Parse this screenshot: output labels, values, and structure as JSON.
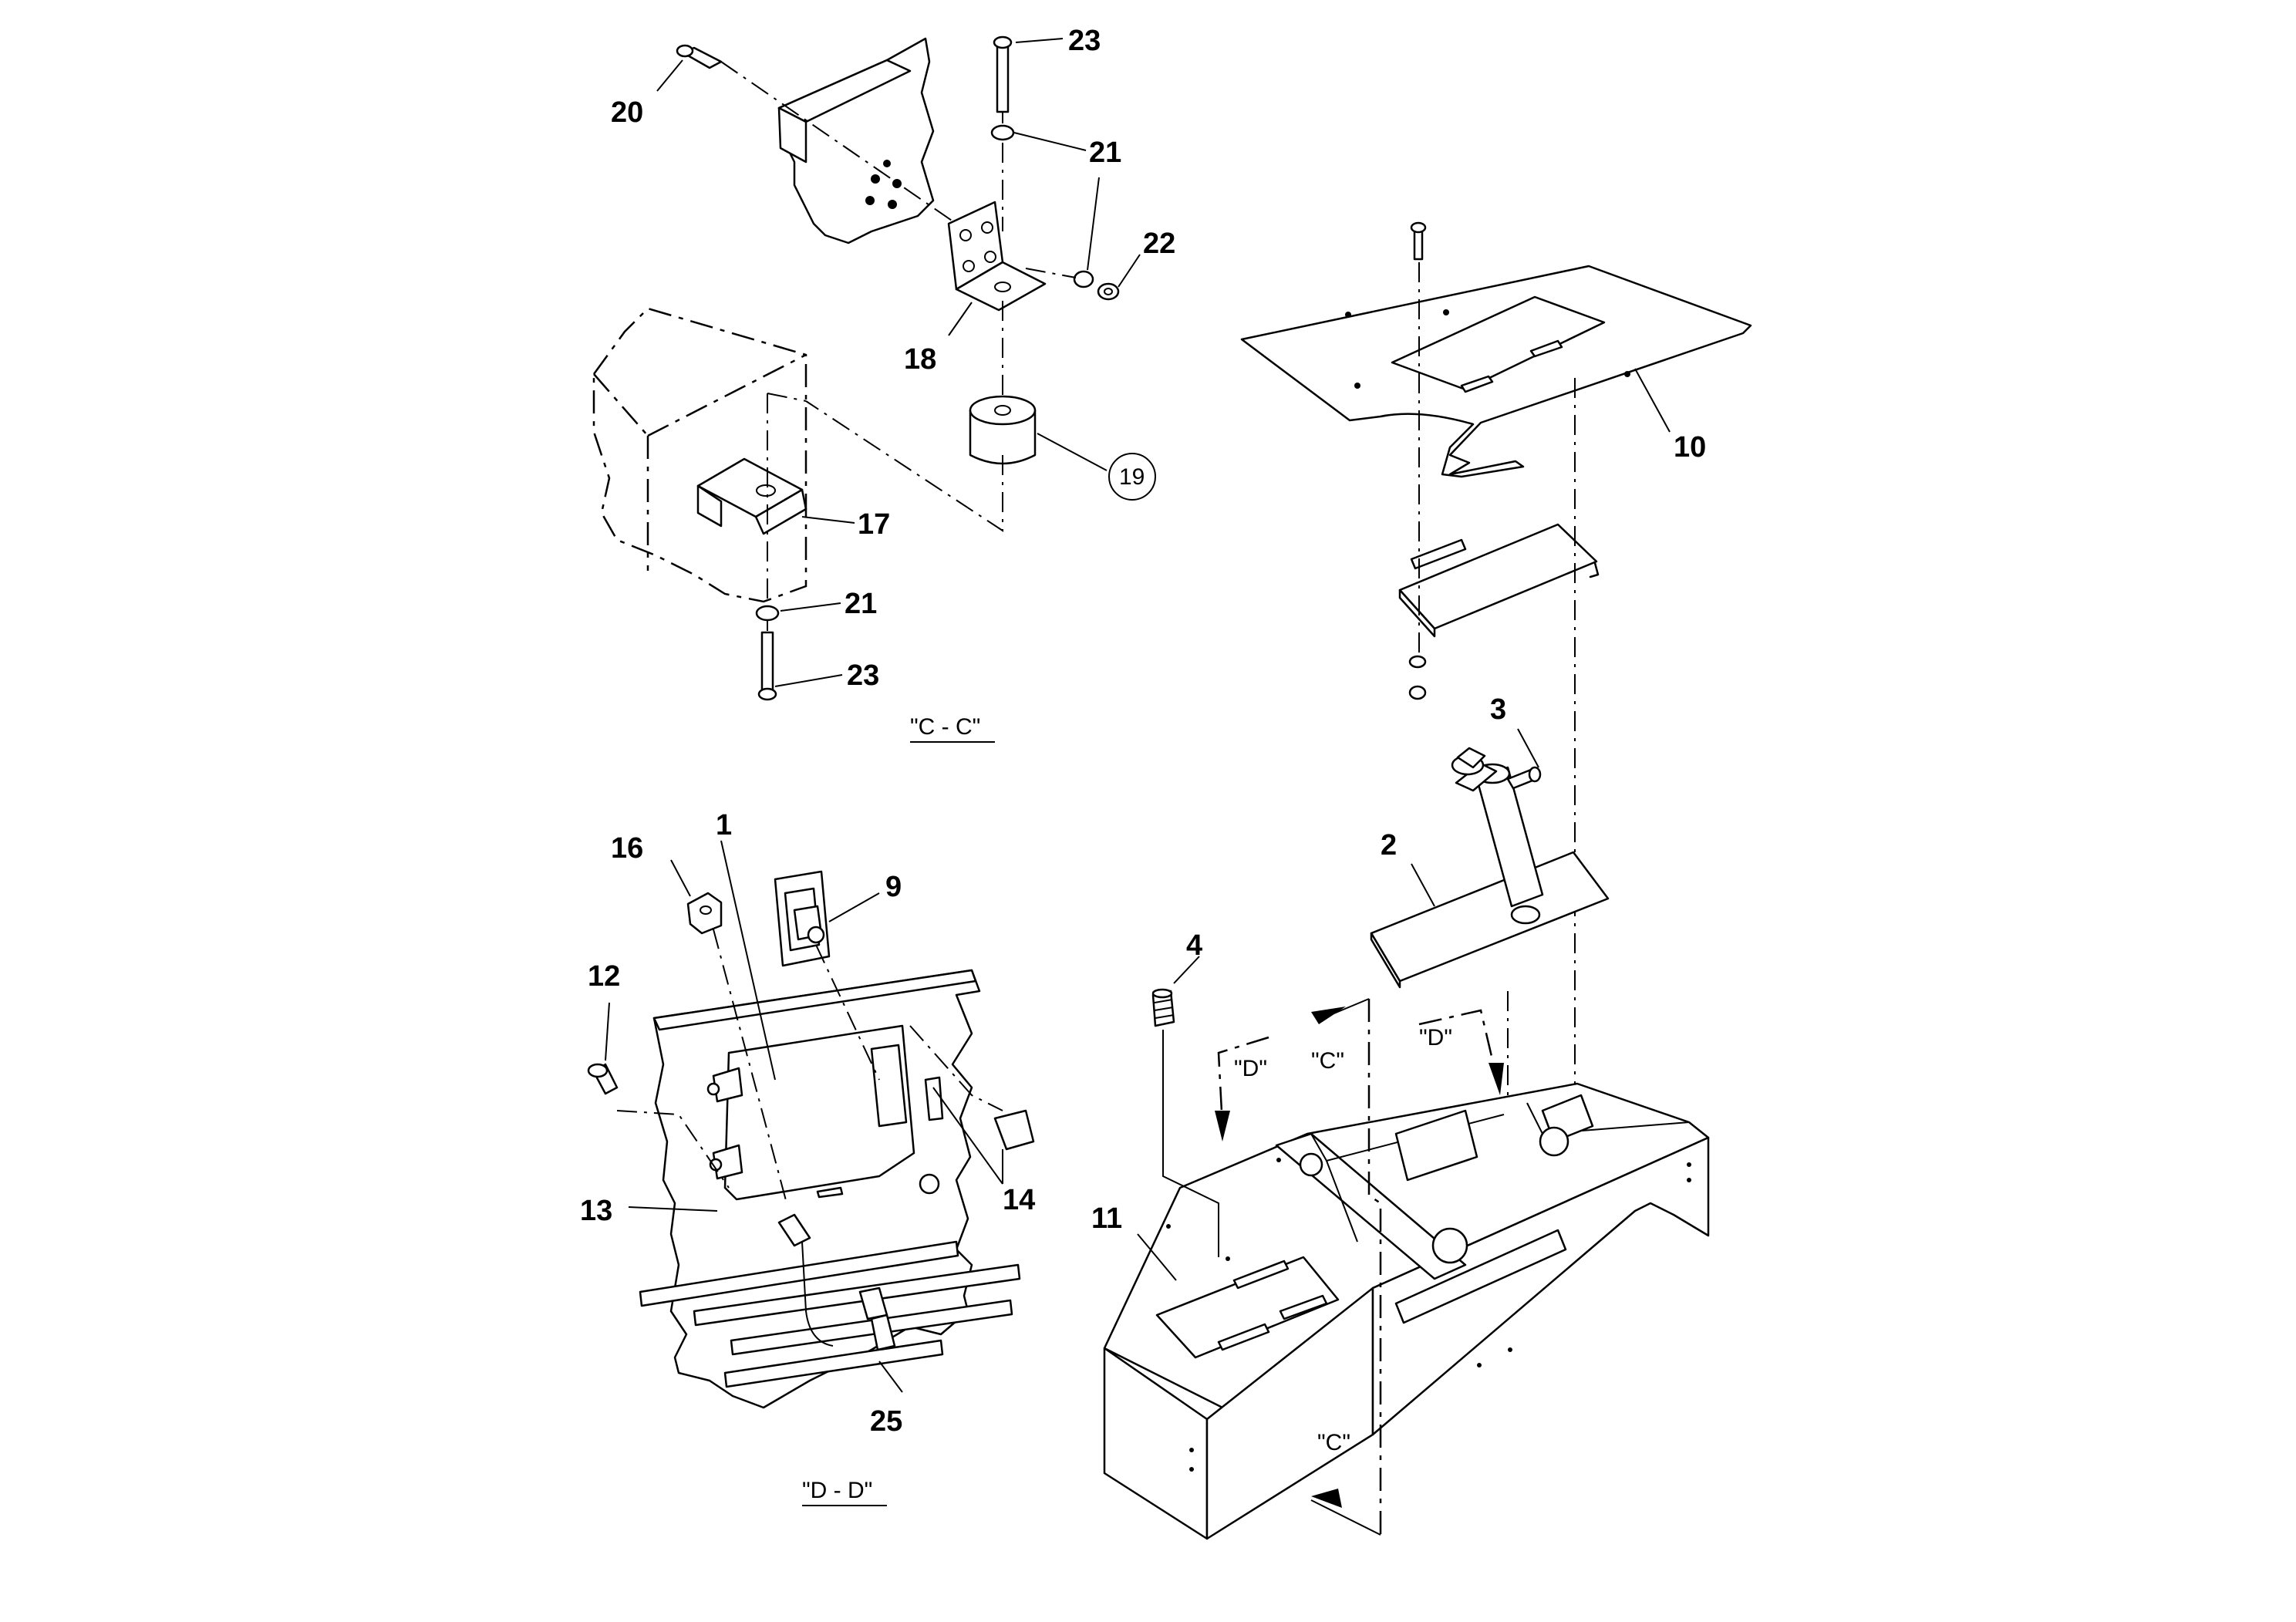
{
  "callouts": {
    "c1": "1",
    "c2": "2",
    "c3": "3",
    "c4": "4",
    "c9": "9",
    "c10": "10",
    "c11": "11",
    "c12": "12",
    "c13": "13",
    "c14": "14",
    "c16": "16",
    "c17": "17",
    "c18": "18",
    "c19": "19",
    "c20": "20",
    "c21a": "21",
    "c21b": "21",
    "c22": "22",
    "c23a": "23",
    "c23b": "23",
    "c25": "25"
  },
  "views": {
    "cc": "\"C - C\"",
    "dd": "\"D - D\""
  },
  "section_arrows": {
    "c_top": "\"C\"",
    "c_bottom": "\"C\"",
    "d_left": "\"D\"",
    "d_right": "\"D\""
  }
}
